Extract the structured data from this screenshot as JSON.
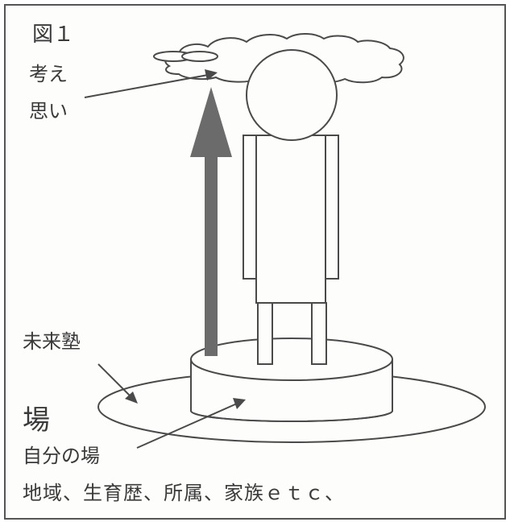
{
  "figure": {
    "title": "図１"
  },
  "labels": {
    "thought_line1": "考え",
    "thought_line2": "思い",
    "juku": "未来塾",
    "ba": "場",
    "jibun_no_ba": "自分の場",
    "examples": "地域、生育歴、所属、家族ｅｔｃ、"
  },
  "colors": {
    "line": "#4a4a4a",
    "arrow_fill": "#6b6b6b",
    "background": "#fdfdfb"
  }
}
